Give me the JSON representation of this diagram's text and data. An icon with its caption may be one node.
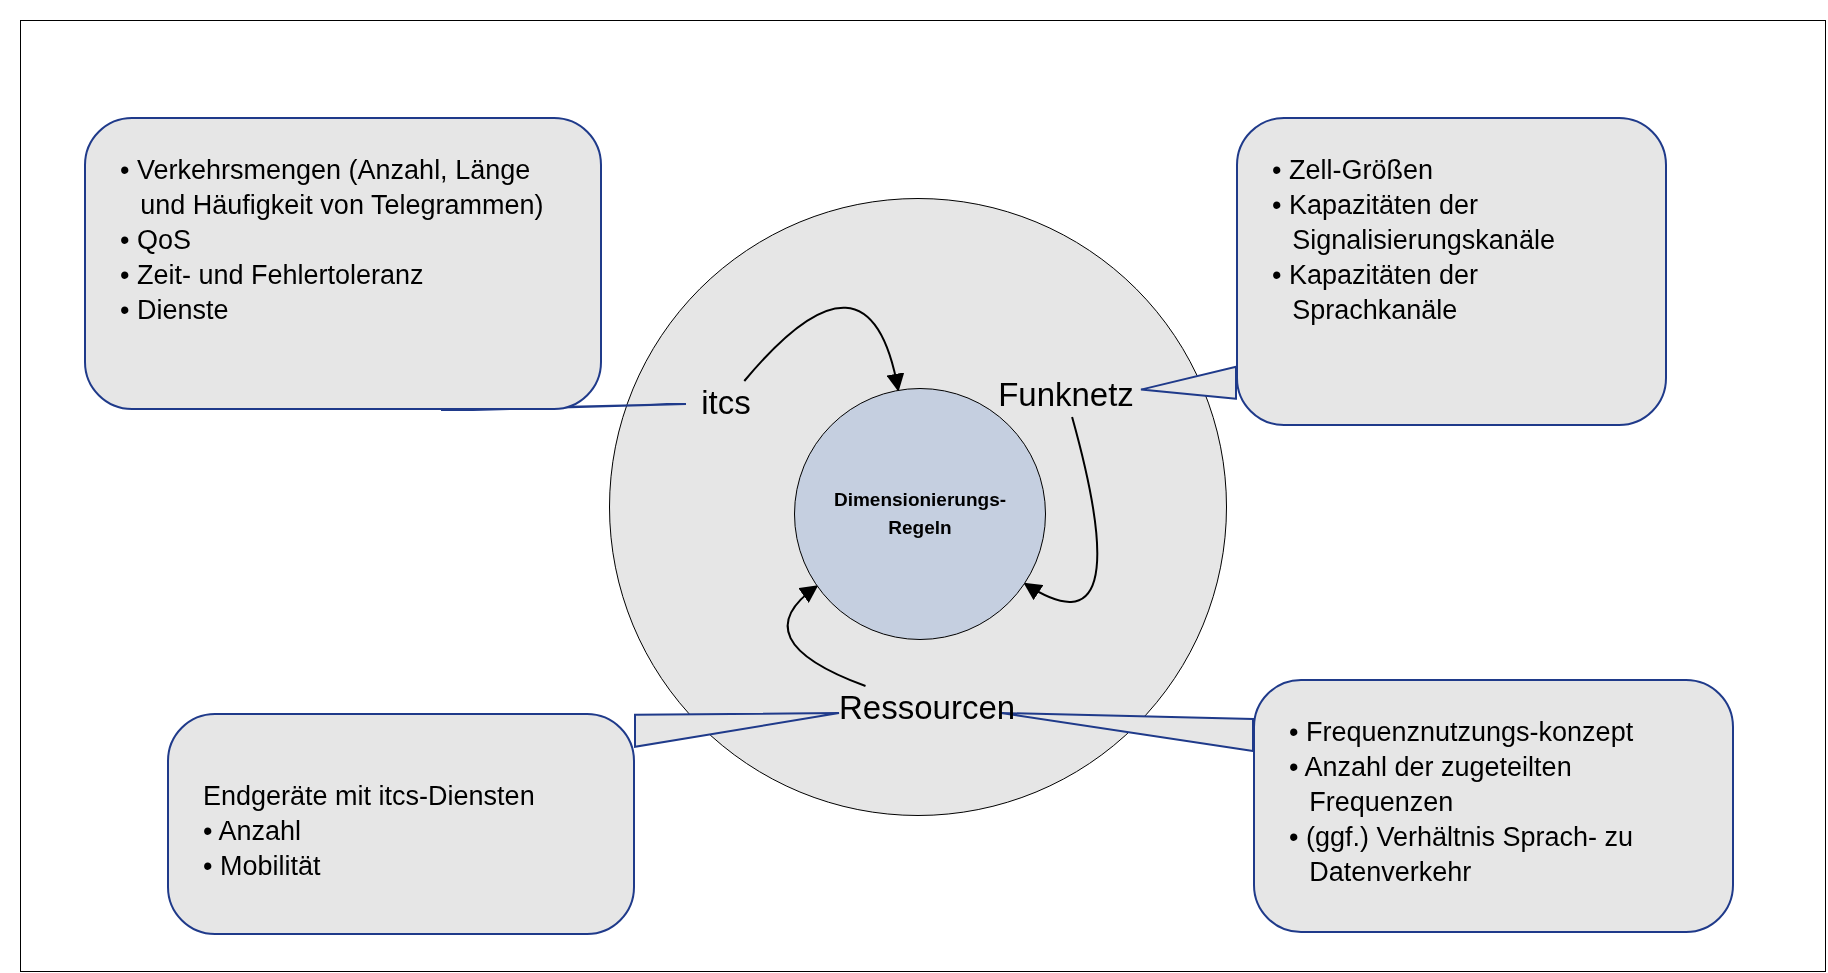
{
  "diagram": {
    "nodes": [
      {
        "text": [],
        "shape": "circle"
      },
      {
        "text": [
          "itcs"
        ],
        "in": 0
      },
      {
        "text": [
          "Funknetz"
        ],
        "in": 0
      },
      {
        "text": [
          "Ressourcen"
        ],
        "in": 0
      },
      {
        "text": [
          "Dimensionierungs-Regeln"
        ],
        "in": 0
      },
      {
        "text": [
          "• Verkehrsmengen (Anzahl, Länge und Häufigkeit von Telegrammen)",
          "• QoS",
          "• Zeit- und Fehlertoleranz",
          "• Dienste"
        ]
      },
      {
        "text": [
          "• Zell-Größen",
          "• Kapazitäten der Signalisierungskanäle",
          "• Kapazitäten der Sprachkanäle"
        ]
      },
      {
        "text": [
          "Endgeräte  mit itcs-Diensten",
          "• Anzahl",
          "• Mobilität"
        ]
      },
      {
        "text": [
          "• Frequenznutzungs-konzept",
          "• Anzahl der zugeteilten Frequenzen",
          "• (ggf.) Verhältnis Sprach- zu Datenverkehr"
        ]
      }
    ],
    "edges": [
      {
        "from": 1,
        "to": 4,
        "arrow": "to"
      },
      {
        "from": 2,
        "to": 4,
        "arrow": "to"
      },
      {
        "from": 3,
        "to": 4,
        "arrow": "to"
      },
      {
        "from": 5,
        "to": 1,
        "arrow": "none",
        "color": "#1f3a8a"
      },
      {
        "from": 6,
        "to": 2,
        "arrow": "none",
        "color": "#1f3a8a"
      },
      {
        "from": 7,
        "to": 3,
        "arrow": "none",
        "color": "#1f3a8a"
      },
      {
        "from": 8,
        "to": 3,
        "arrow": "none",
        "color": "#1f3a8a"
      }
    ]
  }
}
